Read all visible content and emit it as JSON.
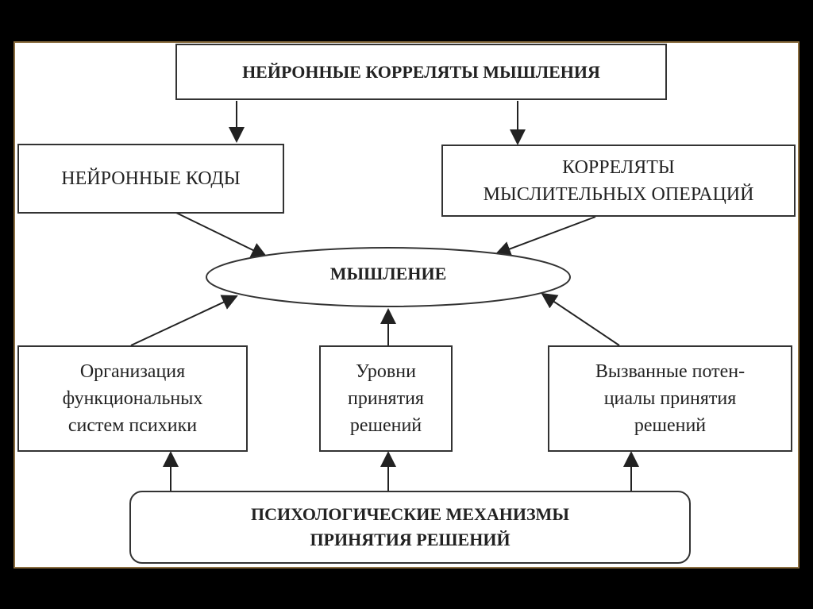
{
  "top": "НЕЙРОННЫЕ КОРРЕЛЯТЫ МЫШЛЕНИЯ",
  "codes": "НЕЙРОННЫЕ КОДЫ",
  "correlates": [
    "КОРРЕЛЯТЫ",
    "МЫСЛИТЕЛЬНЫХ ОПЕРАЦИЙ"
  ],
  "center": "МЫШЛЕНИЕ",
  "org": [
    "Организация",
    "функциональных",
    "систем психики"
  ],
  "levels": [
    "Уровни",
    "принятия",
    "решений"
  ],
  "evoked": [
    "Вызванные потен-",
    "циалы принятия",
    "решений"
  ],
  "bottom": [
    "ПСИХОЛОГИЧЕСКИЕ МЕХАНИЗМЫ",
    "ПРИНЯТИЯ РЕШЕНИЙ"
  ]
}
